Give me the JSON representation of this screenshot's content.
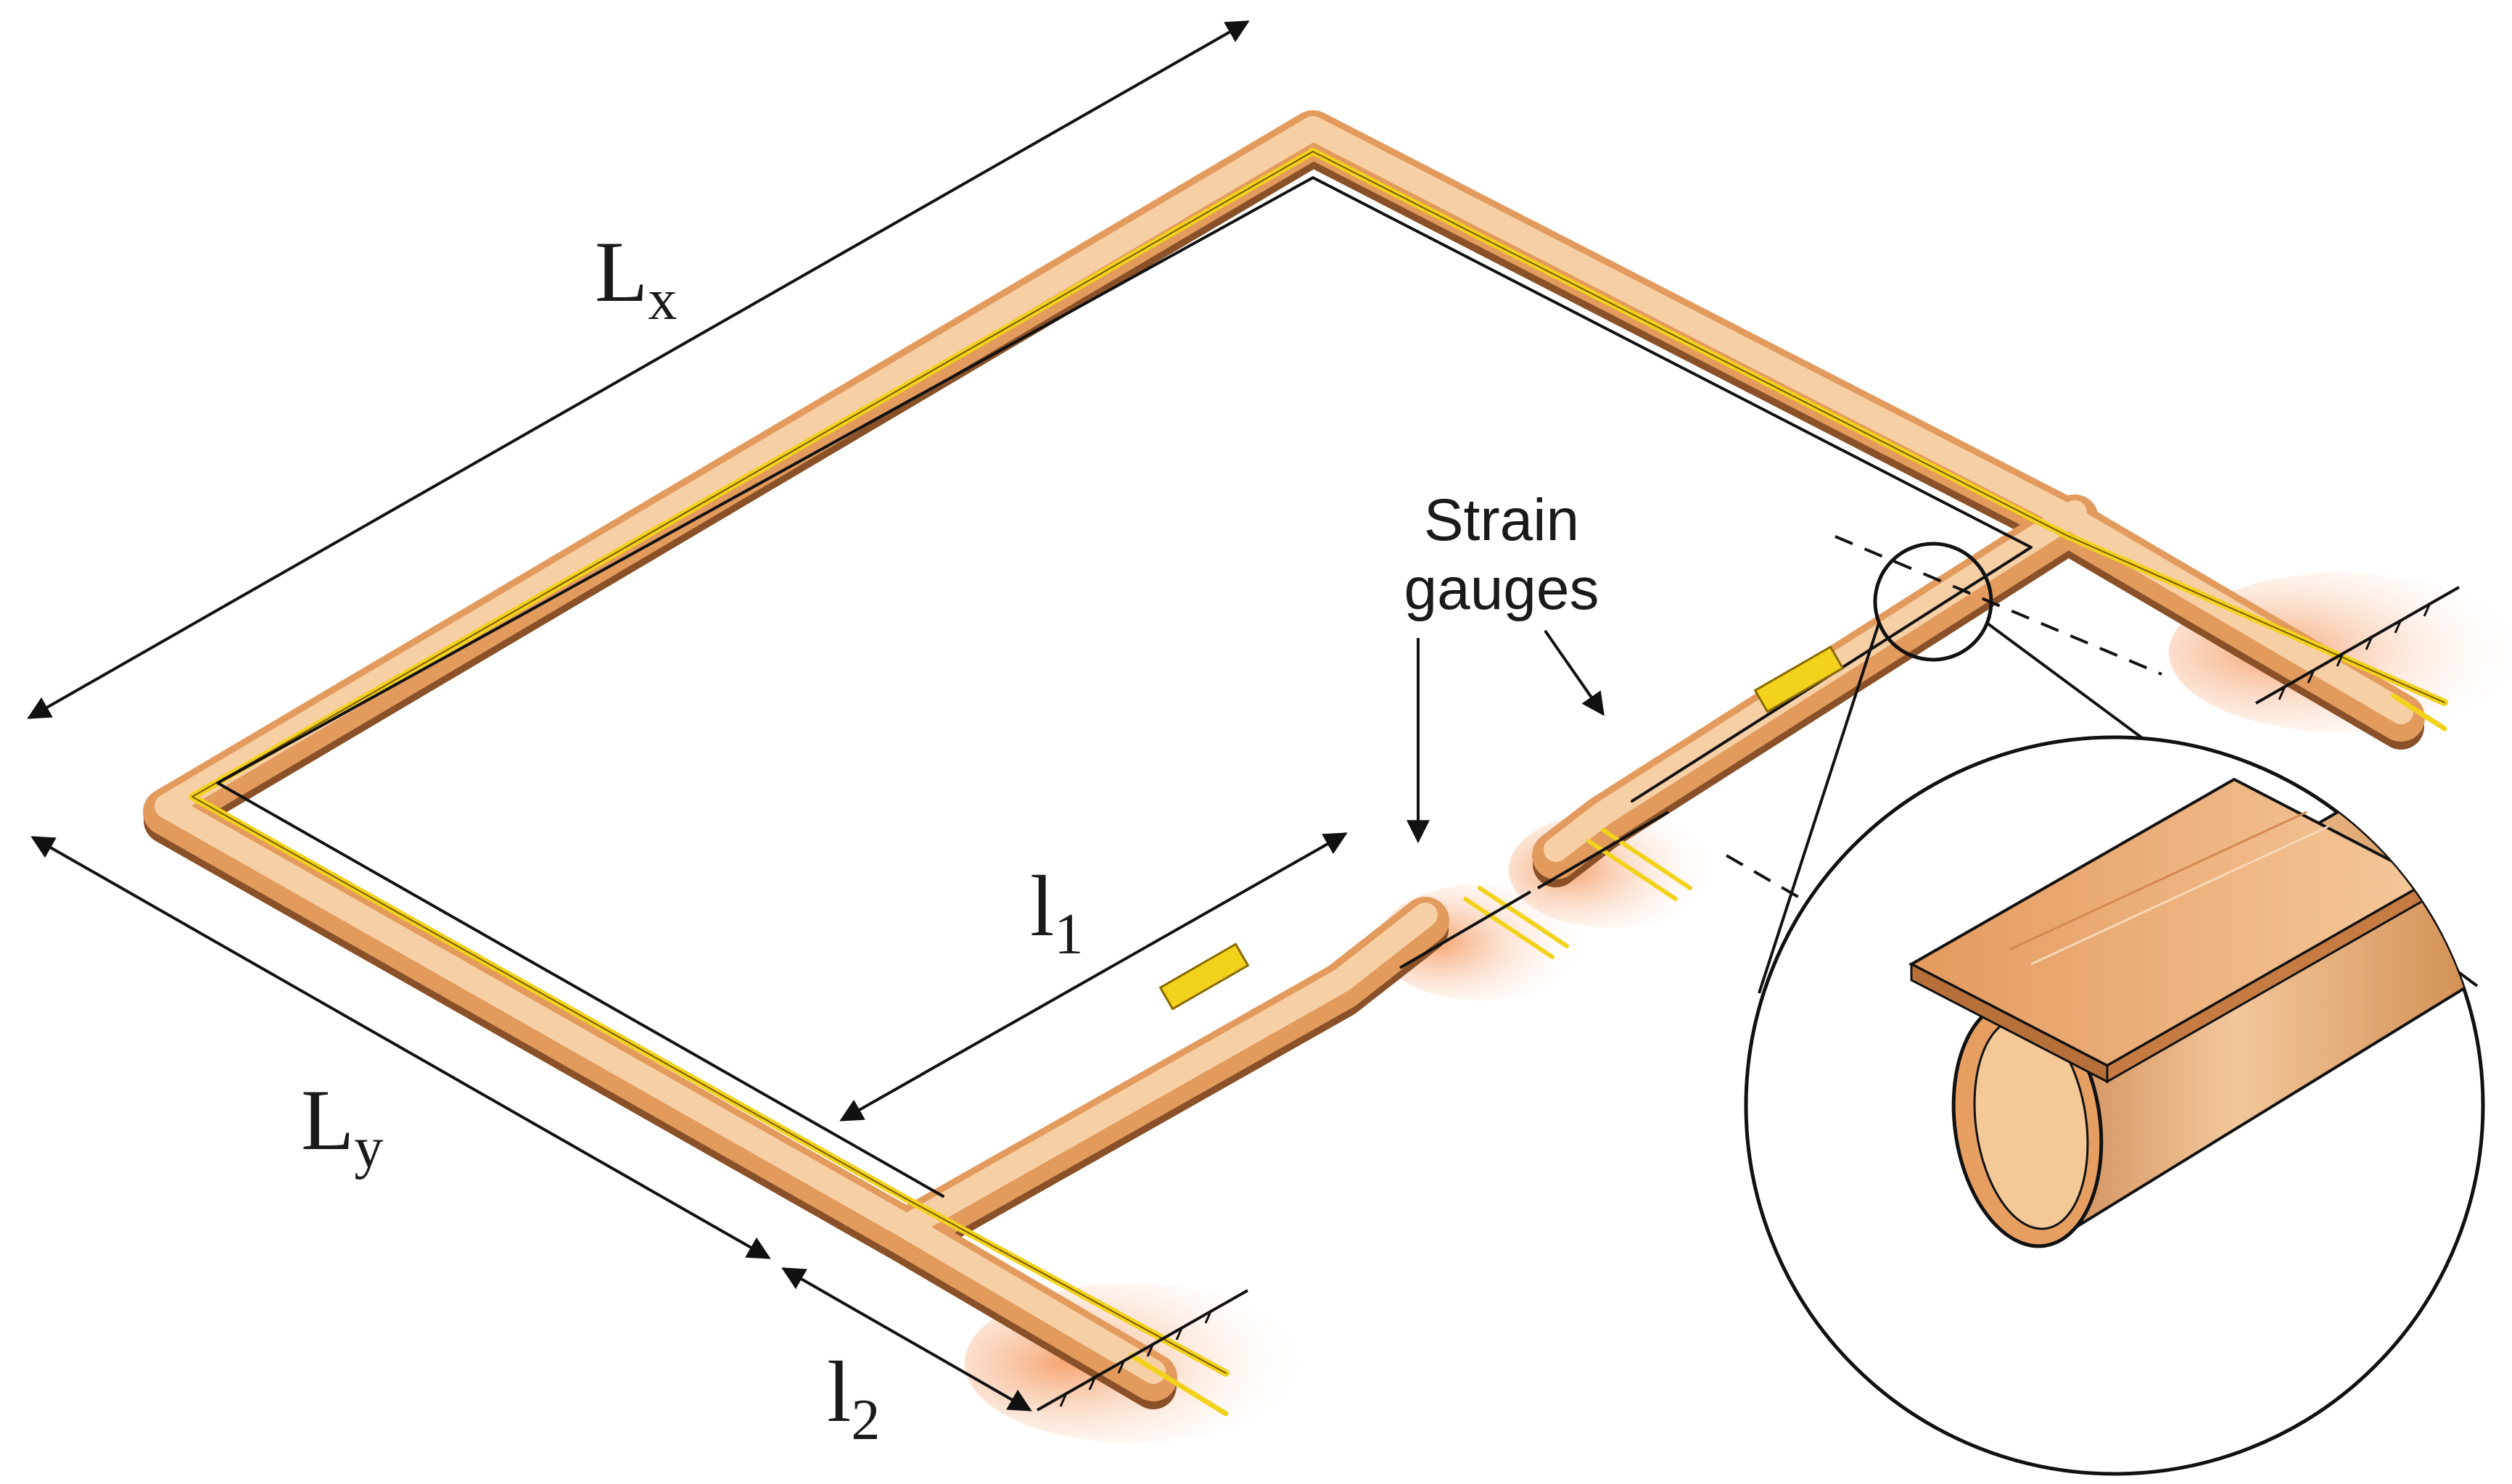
{
  "labels": {
    "lx": "L",
    "lx_sub": "x",
    "ly": "L",
    "ly_sub": "y",
    "l1": "l",
    "l1_sub": "1",
    "l2": "l",
    "l2_sub": "2",
    "strain_line1": "Strain",
    "strain_line2": "gauges"
  },
  "colors": {
    "tube": "#e9a46a",
    "tube_light": "#f6cfa6",
    "tube_dark": "#a86535",
    "gauge": "#f2d21b",
    "ground": "#f7b88a",
    "line": "#111111"
  }
}
